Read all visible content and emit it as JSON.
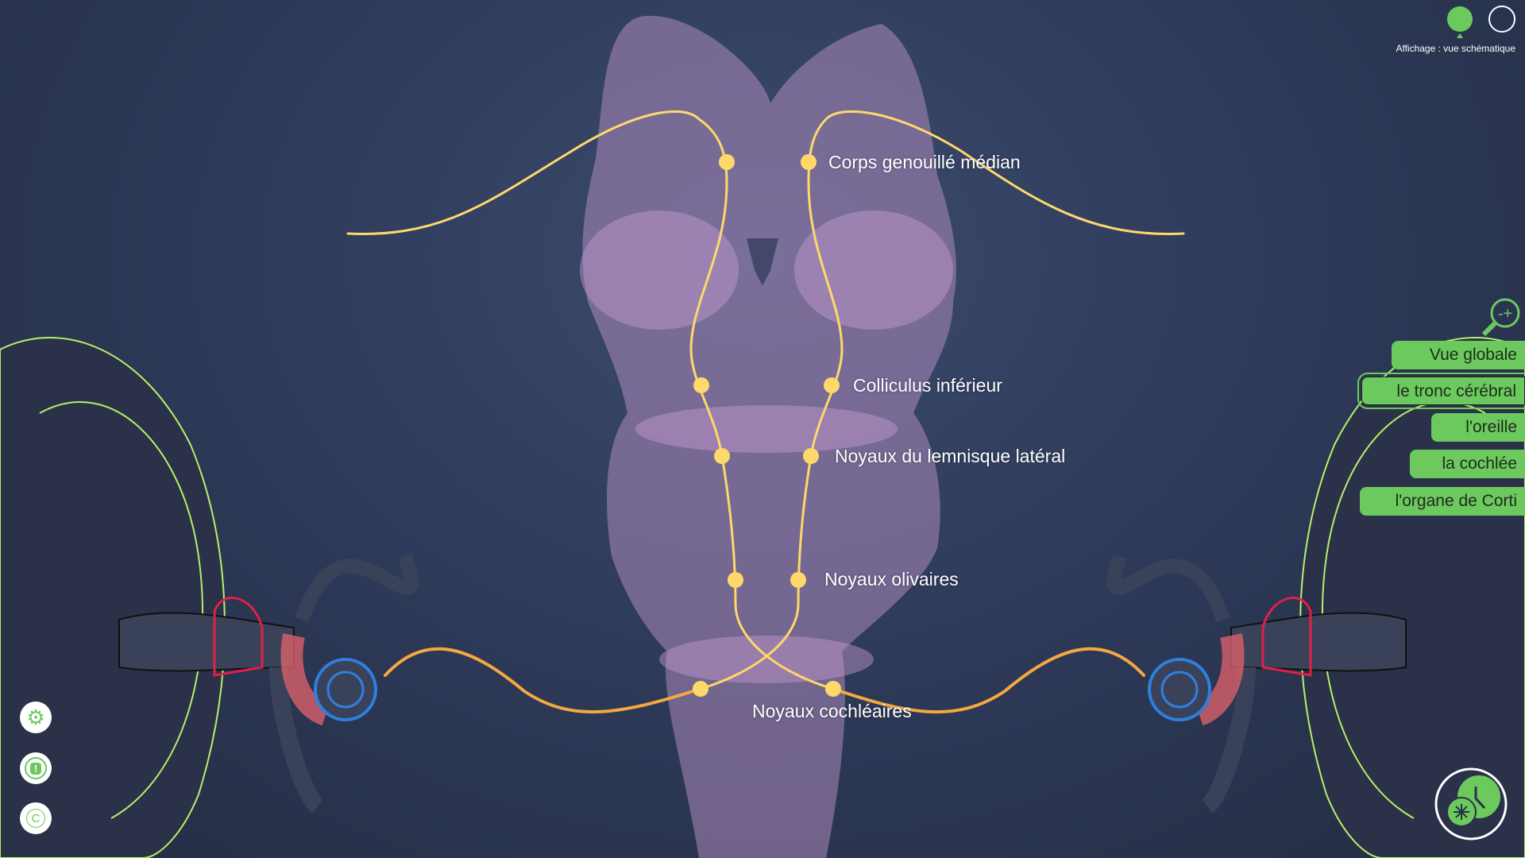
{
  "view_mode": {
    "label": "Affichage : vue schématique",
    "options": [
      "schematic",
      "realistic"
    ],
    "selected": 0
  },
  "labels": {
    "corps_genouille": "Corps genouillé médian",
    "colliculus": "Colliculus inférieur",
    "lemnisque": "Noyaux du lemnisque latéral",
    "olivaires": "Noyaux olivaires",
    "cochleaires": "Noyaux cochléaires"
  },
  "menu": {
    "items": [
      {
        "label": "Vue globale",
        "active": false
      },
      {
        "label": "le tronc cérébral",
        "active": true
      },
      {
        "label": "l'oreille",
        "active": false
      },
      {
        "label": "la cochlée",
        "active": false
      },
      {
        "label": "l'organe de Corti",
        "active": false
      }
    ]
  },
  "colors": {
    "accent": "#6cc95e",
    "pathway": "#f5a742",
    "node": "#ffd86a",
    "brain": "#c79bd0"
  }
}
